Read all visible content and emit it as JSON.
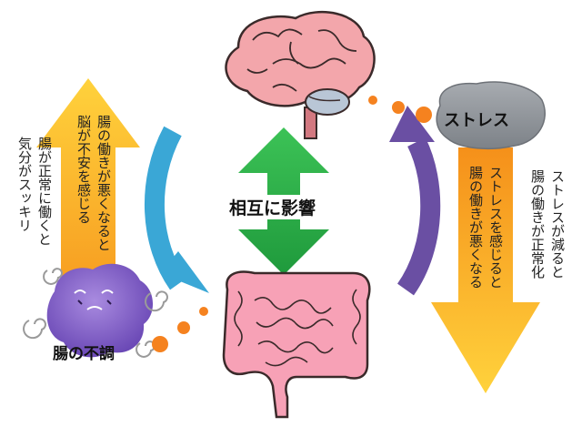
{
  "center": {
    "label": "相互に影響"
  },
  "stress": {
    "label": "ストレス"
  },
  "gut_issue": {
    "label": "腸の不調"
  },
  "arrows": {
    "left_up": {
      "lines": [
        "腸の働きが悪くなると",
        "脳が不安を感じる"
      ]
    },
    "left_note": {
      "lines": [
        "腸が正常に働くと",
        "気分がスッキリ"
      ]
    },
    "right_down": {
      "lines": [
        "ストレスを感じると",
        "腸の働きが悪くなる"
      ]
    },
    "right_note": {
      "lines": [
        "ストレスが減ると",
        "腸の働きが正常化"
      ]
    }
  },
  "colors": {
    "orange": "#f39b1c",
    "yellow": "#ffd23c",
    "green": "#27a844",
    "blue": "#3aa7d6",
    "purple": "#6a4fa3",
    "brain": "#f3a6ab",
    "intestine": "#f7a1b6",
    "stress_stone": "#8e9399",
    "dots": "#f5821f"
  }
}
